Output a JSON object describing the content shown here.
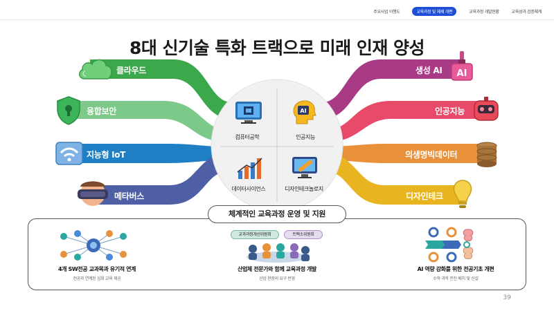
{
  "nav": {
    "items": [
      "주요사업 이행도",
      "교육과정 및 체제 개편",
      "교육과정 개발현황",
      "교육성과 검증체계"
    ],
    "active_index": 1
  },
  "title": "8대 신기술 특화 트랙으로 미래 인재 양성",
  "left_tracks": [
    {
      "label": "클라우드",
      "color": "#3aa84b",
      "icon": "cloud-icon"
    },
    {
      "label": "융합보안",
      "color": "#7cc98a",
      "icon": "shield-lock-icon"
    },
    {
      "label": "지능형 IoT",
      "color": "#1e7fc4",
      "icon": "wifi-iot-icon"
    },
    {
      "label": "메타버스",
      "color": "#4f5fa6",
      "icon": "vr-headset-icon"
    }
  ],
  "right_tracks": [
    {
      "label": "생성 AI",
      "color": "#a83a86",
      "icon": "ai-paint-icon"
    },
    {
      "label": "인공지능",
      "color": "#e84a6a",
      "icon": "robot-icon"
    },
    {
      "label": "의생명빅데이터",
      "color": "#e8913a",
      "icon": "database-icon"
    },
    {
      "label": "디자인테크",
      "color": "#e8b520",
      "icon": "lightbulb-icon"
    }
  ],
  "center": {
    "items": [
      {
        "label": "컴퓨터공학",
        "icon": "computer-chip-icon"
      },
      {
        "label": "인공지능",
        "icon": "ai-head-icon"
      },
      {
        "label": "데이터사이언스",
        "icon": "bar-chart-icon"
      },
      {
        "label": "디자인테크놀로지",
        "icon": "design-monitor-icon"
      }
    ]
  },
  "support": {
    "title": "체계적인 교육과정 운영 및 지원",
    "pills": [
      "교과과정개선위원회",
      "트랙소위원회"
    ],
    "columns": [
      {
        "main": "4개 SW전공 교과목과 유기적 연계",
        "sub": "전공과 연계된 심화 교육 제공",
        "icon": "network-icon"
      },
      {
        "main": "산업체 전문가와 함께 교육과정 개발",
        "sub": "산업 현장의 요구 반영",
        "icon": "meeting-icon"
      },
      {
        "main": "AI 역량 강화를 위한 전공기초 개편",
        "sub": "수학·과학 전진 배치 및 신설",
        "icon": "gears-brain-icon"
      }
    ]
  },
  "page_number": "39"
}
